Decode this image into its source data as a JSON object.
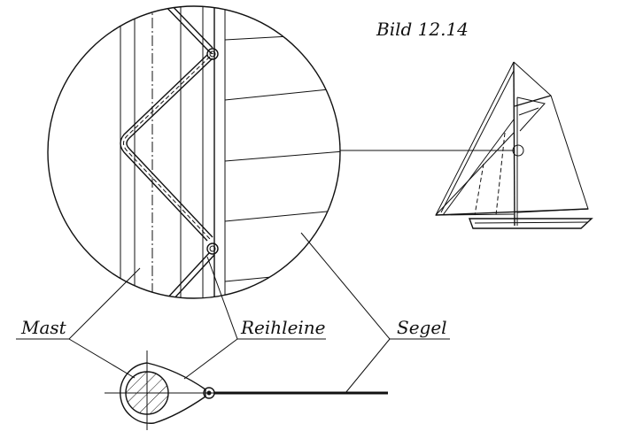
{
  "figure": {
    "title": "Bild 12.14",
    "labels": {
      "mast": "Mast",
      "lacing": "Reihleine",
      "sail": "Segel"
    }
  }
}
